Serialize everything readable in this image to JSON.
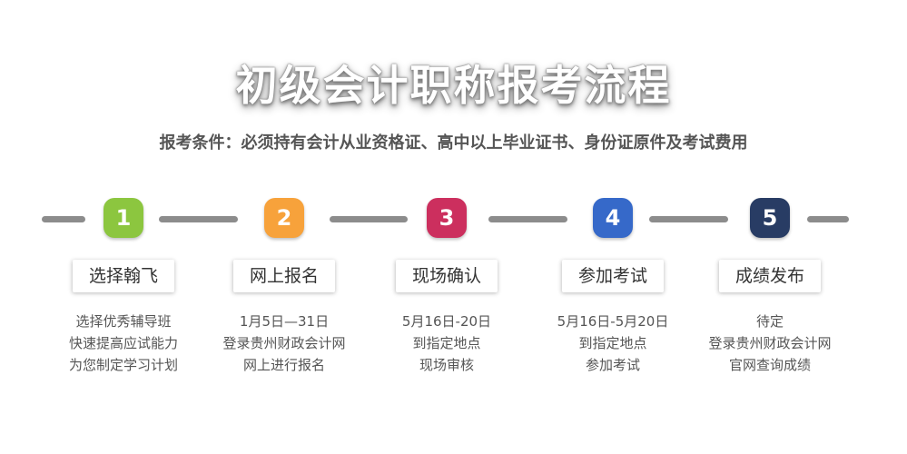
{
  "title": "初级会计职称报考流程",
  "conditions": "报考条件：必须持有会计从业资格证、高中以上毕业证书、身份证原件及考试费用",
  "steps": [
    {
      "number": "1",
      "color": "#8cc63f",
      "label": "选择翰飞",
      "lines": [
        "选择优秀辅导班",
        "快速提高应试能力",
        "为您制定学习计划"
      ]
    },
    {
      "number": "2",
      "color": "#f7a23b",
      "label": "网上报名",
      "lines": [
        "1月5日—31日",
        "登录贵州财政会计网",
        "网上进行报名"
      ]
    },
    {
      "number": "3",
      "color": "#cc2f5e",
      "label": "现场确认",
      "lines": [
        "5月16日-20日",
        "到指定地点",
        "现场审核"
      ]
    },
    {
      "number": "4",
      "color": "#3669c9",
      "label": "参加考试",
      "lines": [
        "5月16日-5月20日",
        "到指定地点",
        "参加考试"
      ]
    },
    {
      "number": "5",
      "color": "#283c64",
      "label": "成绩发布",
      "lines": [
        "待定",
        "登录贵州财政会计网",
        "官网查询成绩"
      ]
    }
  ]
}
